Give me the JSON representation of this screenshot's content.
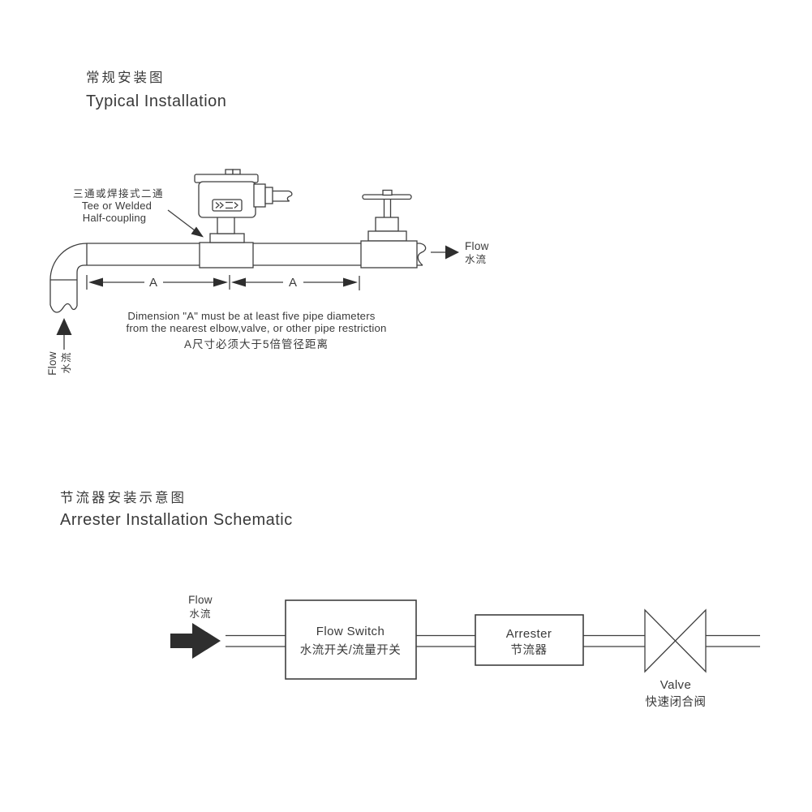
{
  "colors": {
    "ink": "#3f3f3f",
    "arrow_fill": "#2e2e2e",
    "background": "#ffffff"
  },
  "typical": {
    "title_zh": "常规安装图",
    "title_en": "Typical Installation",
    "tee_label_zh": "三通或焊接式二通",
    "tee_label_en_1": "Tee or Welded",
    "tee_label_en_2": "Half-coupling",
    "dim_left": "A",
    "dim_right": "A",
    "note_1": "Dimension \"A\" must be at least five pipe diameters",
    "note_2": "from the nearest elbow,valve, or other pipe restriction",
    "note_3": "A尺寸必须大于5倍管径距离",
    "flow_in_en": "Flow",
    "flow_in_zh": "水流",
    "flow_out_en": "Flow",
    "flow_out_zh": "水流"
  },
  "schematic": {
    "title_zh": "节流器安装示意图",
    "title_en": "Arrester Installation Schematic",
    "flow_en": "Flow",
    "flow_zh": "水流",
    "flow_switch_en": "Flow Switch",
    "flow_switch_zh": "水流开关/流量开关",
    "arrester_en": "Arrester",
    "arrester_zh": "节流器",
    "valve_en": "Valve",
    "valve_zh": "快速闭合阀"
  }
}
